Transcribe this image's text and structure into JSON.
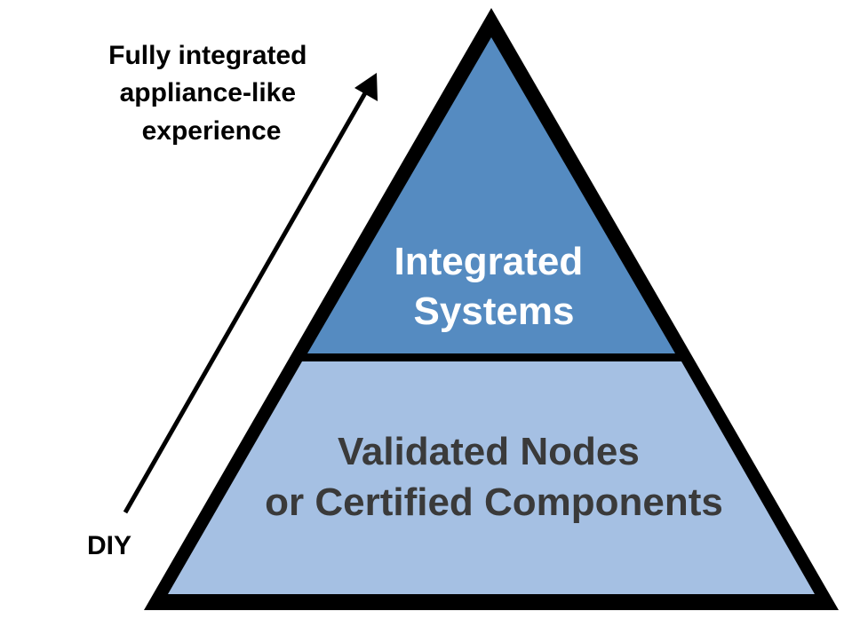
{
  "diagram": {
    "arrow": {
      "top_label_lines": [
        "Fully integrated",
        "appliance-like",
        "experience"
      ],
      "bottom_label": "DIY"
    },
    "pyramid": {
      "top_tier": {
        "lines": [
          "Integrated",
          "Systems"
        ],
        "fill": "#558bc1",
        "text_color": "#ffffff"
      },
      "bottom_tier": {
        "lines": [
          "Validated Nodes",
          "or Certified Components"
        ],
        "fill": "#a5c0e3",
        "text_color": "#3a3a3a"
      },
      "outline_color": "#000000"
    }
  }
}
